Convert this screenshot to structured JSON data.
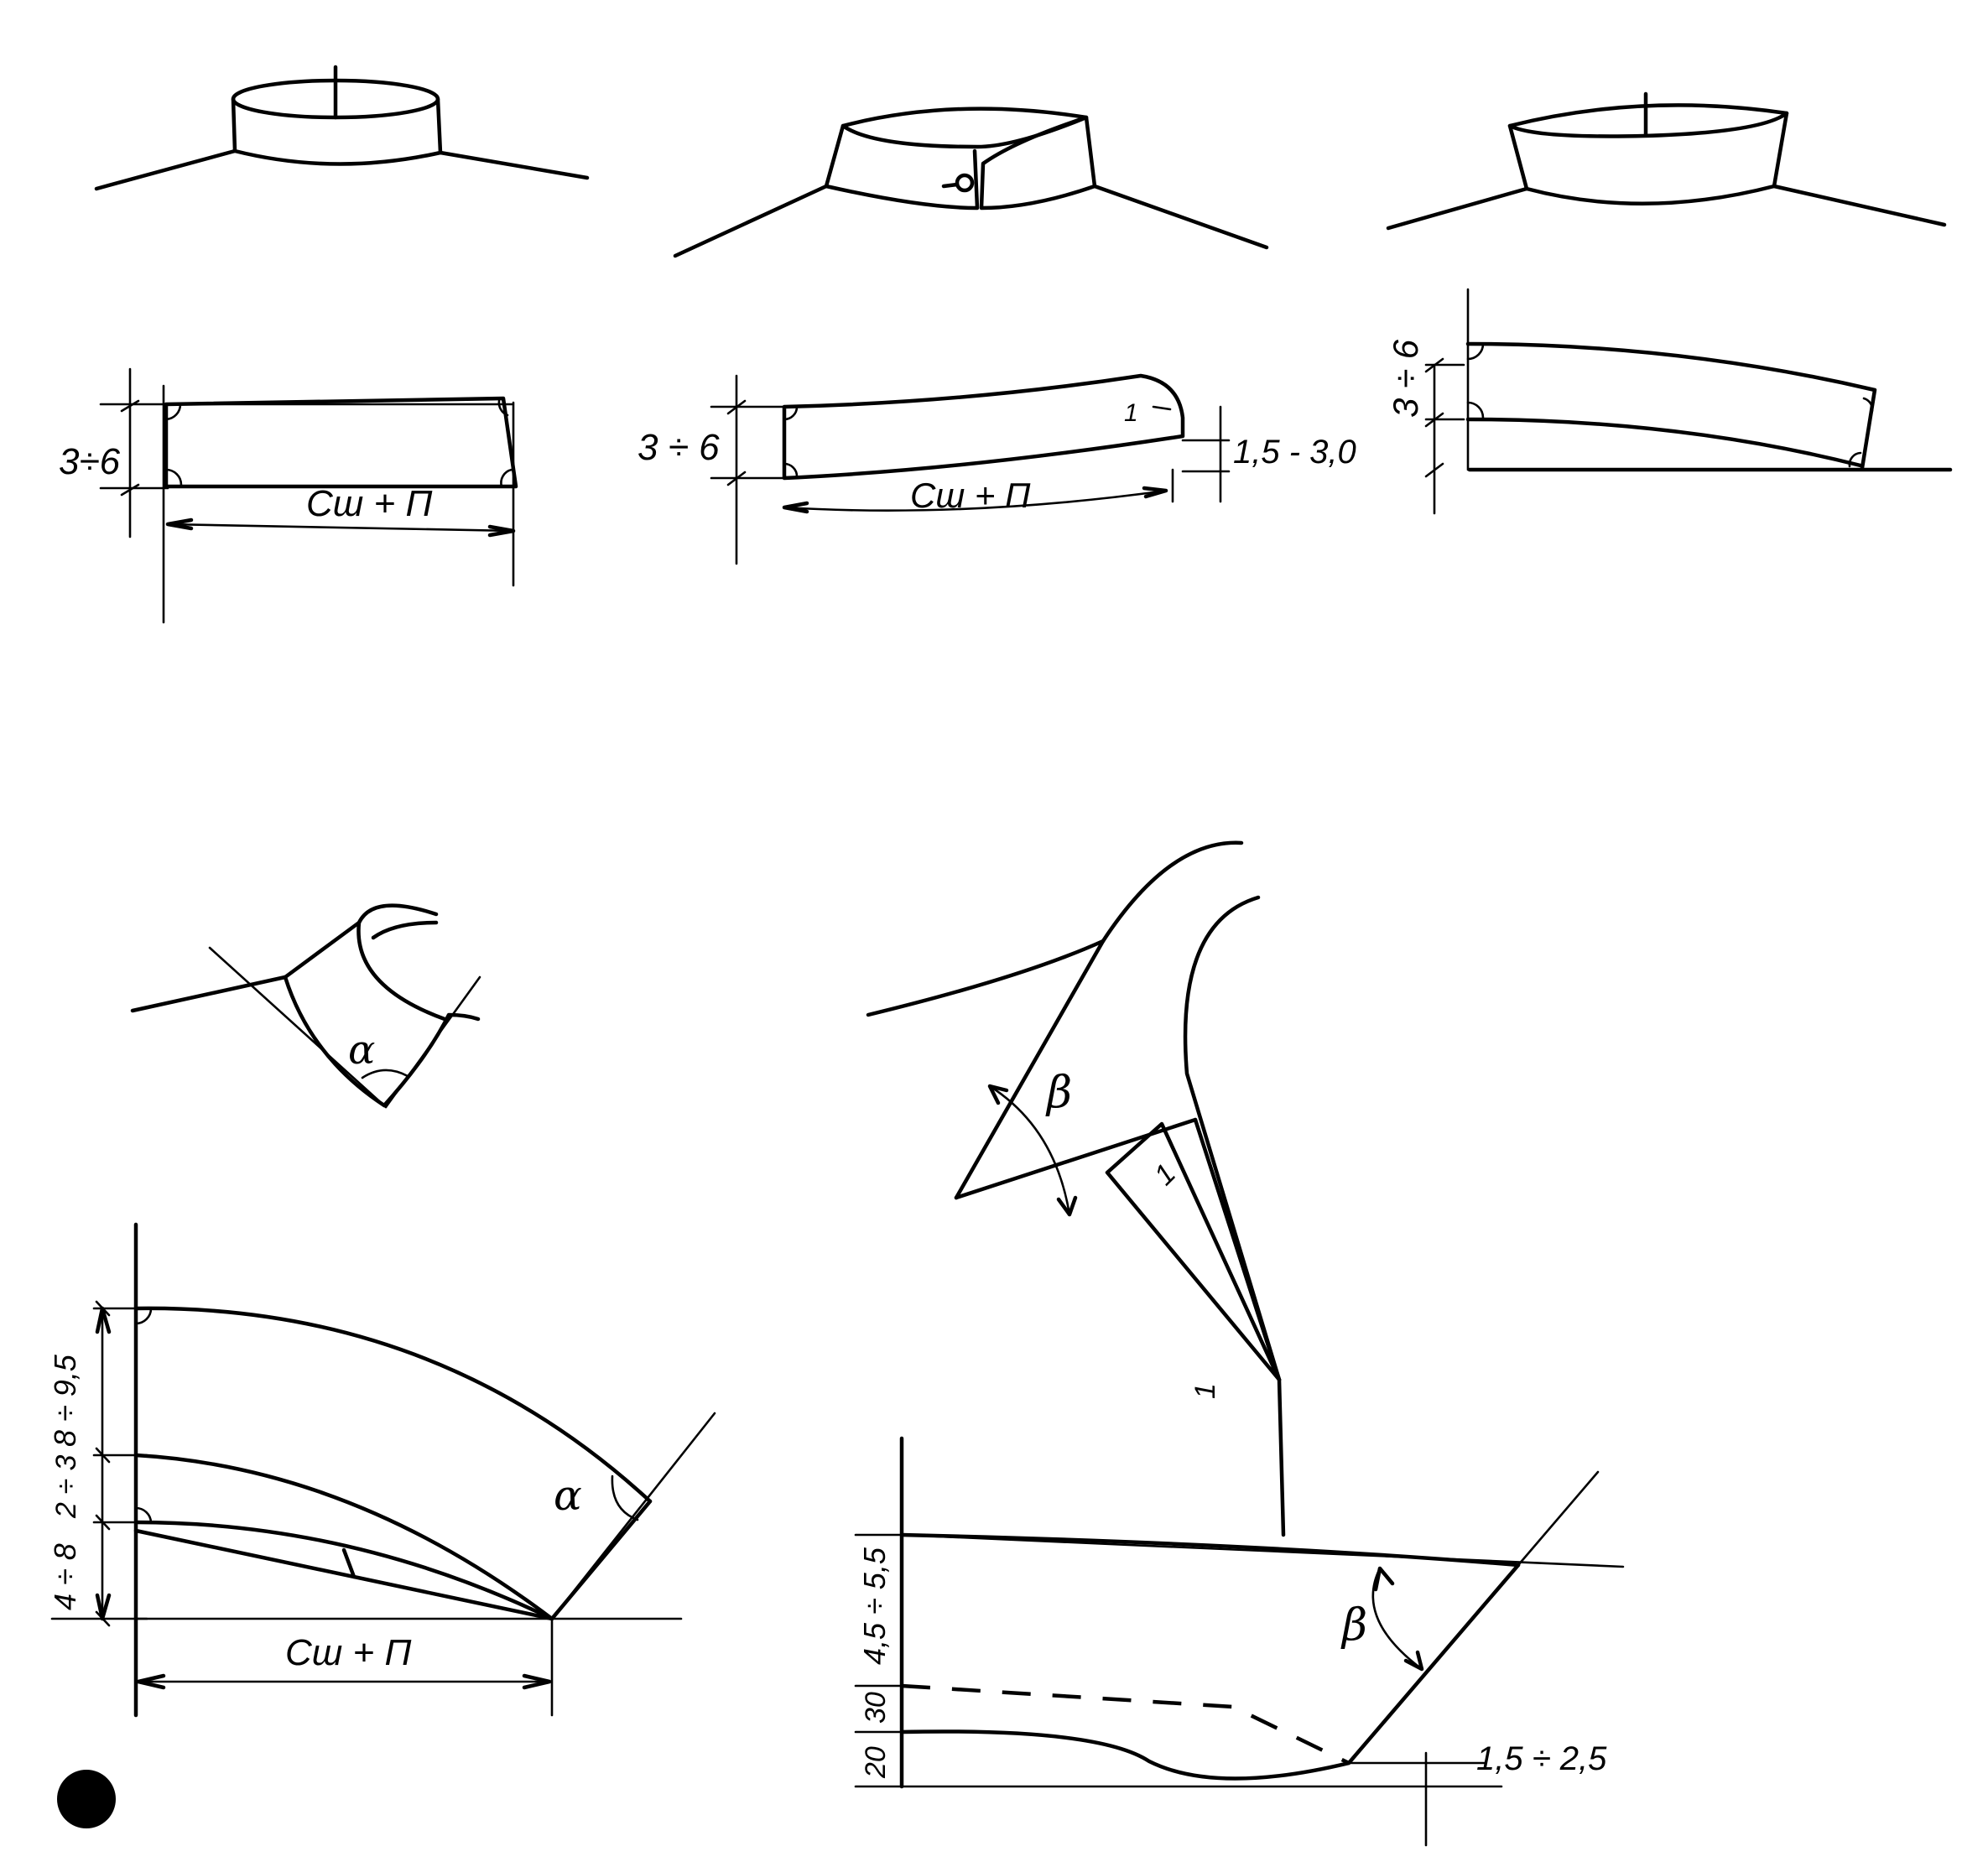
{
  "labels": {
    "d1_height": "3÷6",
    "d1_length": "Сш + П",
    "d2_height": "3 ÷ 6",
    "d2_length": "Сш + П",
    "d2_step": "1,5 - 3,0",
    "d2_one": "1",
    "d3_height": "3 ÷ 6",
    "d4_alpha": "α",
    "d5_beta": "β",
    "d5_one_a": "1",
    "d5_one_b": "1",
    "d6_h1": "4 ÷ 8",
    "d6_h2": "2 ÷ 3",
    "d6_h3": "8 ÷ 9,5",
    "d6_length": "Сш + П",
    "d6_alpha": "α",
    "d7_h1": "20",
    "d7_h2": "30",
    "d7_h3": "4,5 ÷ 5,5",
    "d7_offset": "1,5 ÷ 2,5",
    "d7_beta": "β"
  }
}
